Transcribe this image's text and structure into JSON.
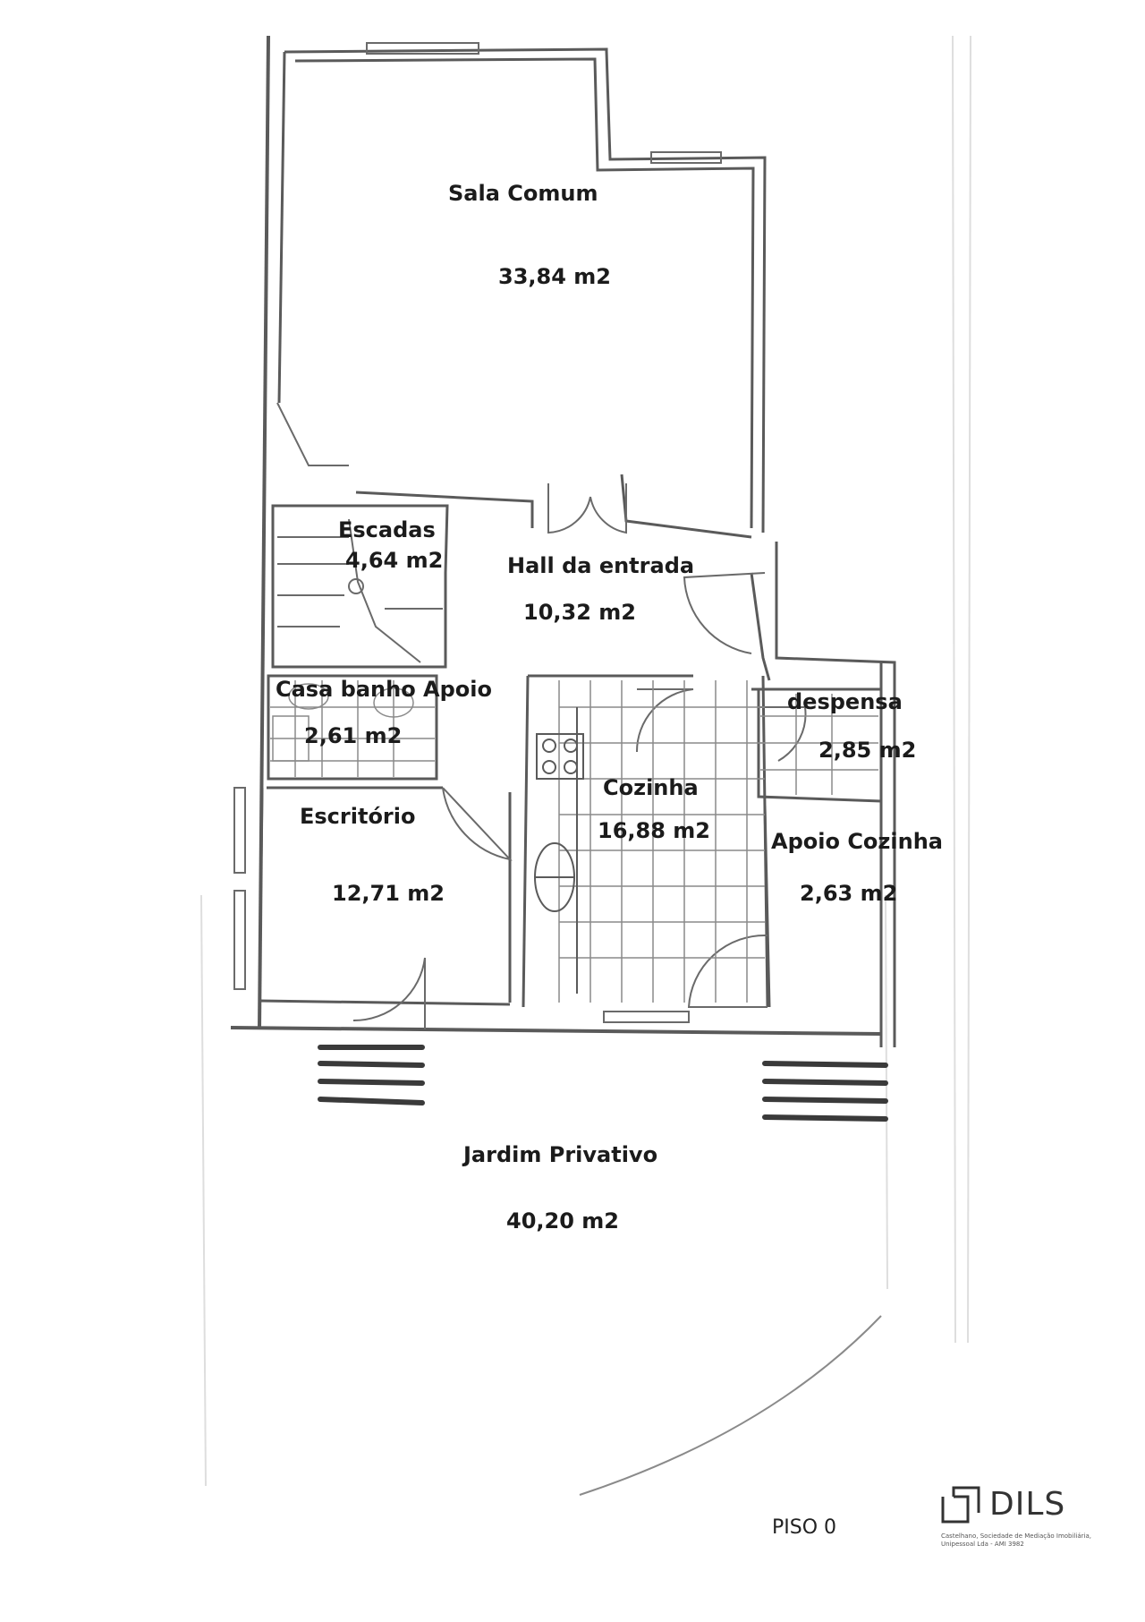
{
  "rooms": {
    "sala": {
      "name": "Sala Comum",
      "area": "33,84 m2"
    },
    "escadas": {
      "name": "Escadas",
      "area": "4,64 m2"
    },
    "hall": {
      "name": "Hall da entrada",
      "area": "10,32 m2"
    },
    "casa_banho": {
      "name": "Casa banho Apoio",
      "area": "2,61 m2"
    },
    "despensa": {
      "name": "despensa",
      "area": "2,85 m2"
    },
    "cozinha": {
      "name": "Cozinha",
      "area": "16,88 m2"
    },
    "escritorio": {
      "name": "Escritório",
      "area": "12,71 m2"
    },
    "apoio_cozinha": {
      "name": "Apoio Cozinha",
      "area": "2,63 m2"
    },
    "jardim": {
      "name": "Jardim Privativo",
      "area": "40,20 m2"
    }
  },
  "floor_label": "PISO 0",
  "brand": {
    "name": "DILS",
    "subtitle": "Castelhano, Sociedade de Mediação Imobiliária, Unipessoal Lda - AMI 3982",
    "logo_icon": "dils-logo-icon"
  },
  "colors": {
    "wall": "#5a5a5a",
    "text": "#1b1b1b",
    "arrow": "#3a3a3a"
  }
}
